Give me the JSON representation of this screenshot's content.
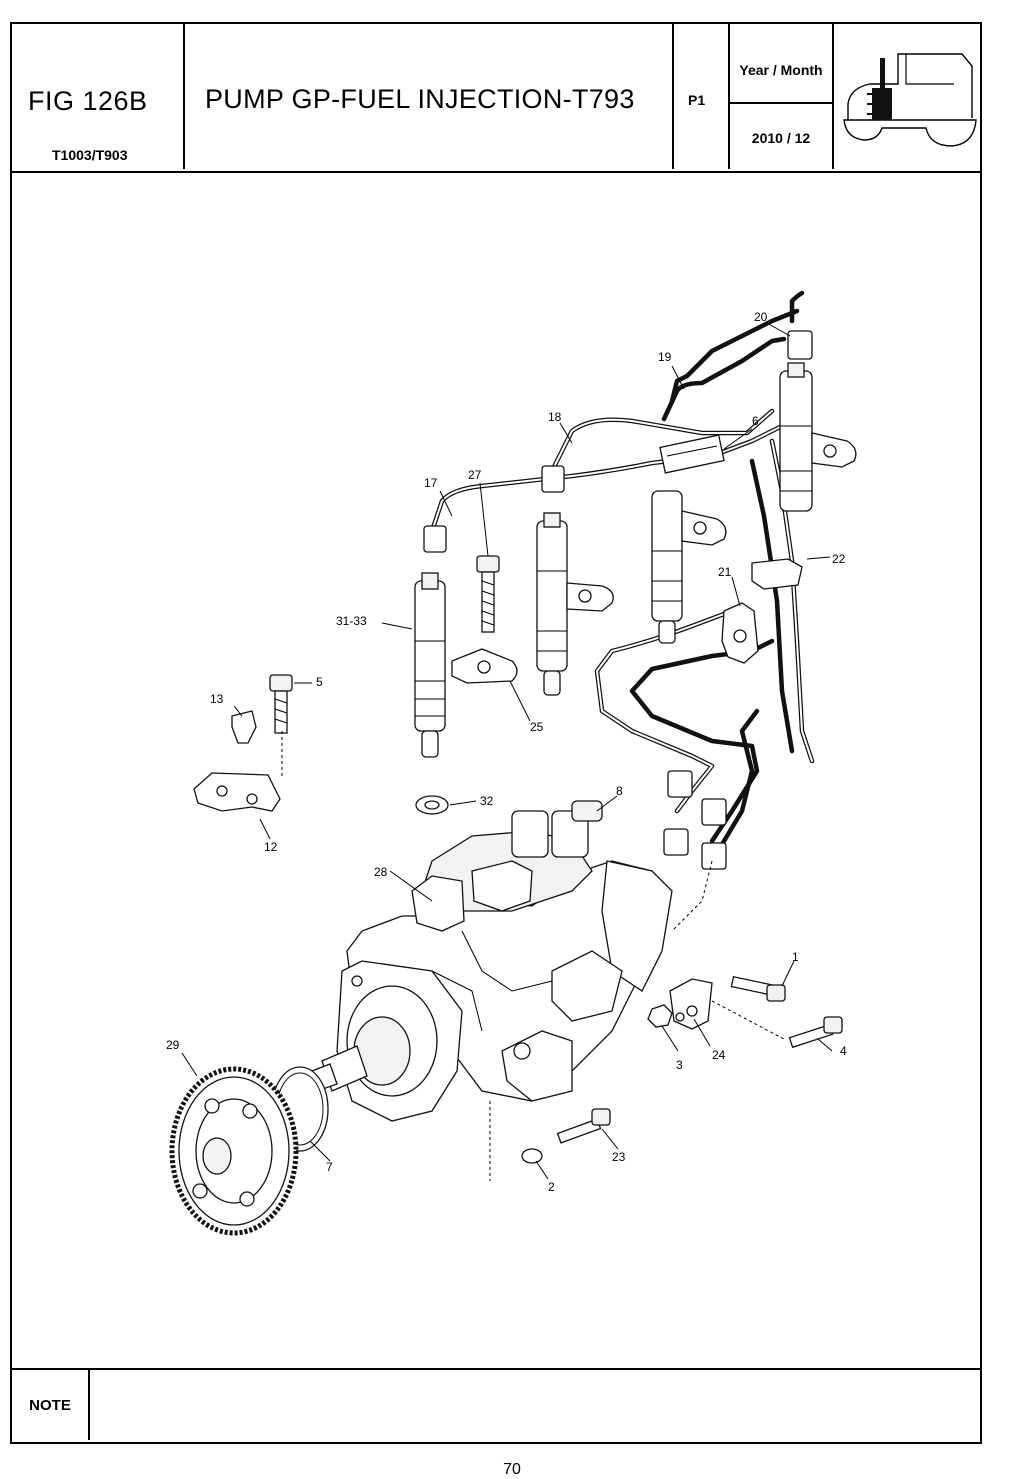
{
  "header": {
    "fig_number": "FIG 126B",
    "models": "T1003/T903",
    "title": "PUMP GP-FUEL INJECTION-T793",
    "page_code": "P1",
    "year_month_label": "Year / Month",
    "year_month_value": "2010  / 12",
    "logo_icon": "tractor-silhouette-icon"
  },
  "callouts": {
    "c1": "1",
    "c2": "2",
    "c3": "3",
    "c4": "4",
    "c5": "5",
    "c6": "6",
    "c7": "7",
    "c8": "8",
    "c12": "12",
    "c13": "13",
    "c17": "17",
    "c18": "18",
    "c19": "19",
    "c20": "20",
    "c21": "21",
    "c22": "22",
    "c23": "23",
    "c24": "24",
    "c25": "25",
    "c27": "27",
    "c28": "28",
    "c29": "29",
    "c31_33": "31-33",
    "c32": "32"
  },
  "note": {
    "label": "NOTE",
    "text": ""
  },
  "footer": {
    "page_number": "70"
  }
}
